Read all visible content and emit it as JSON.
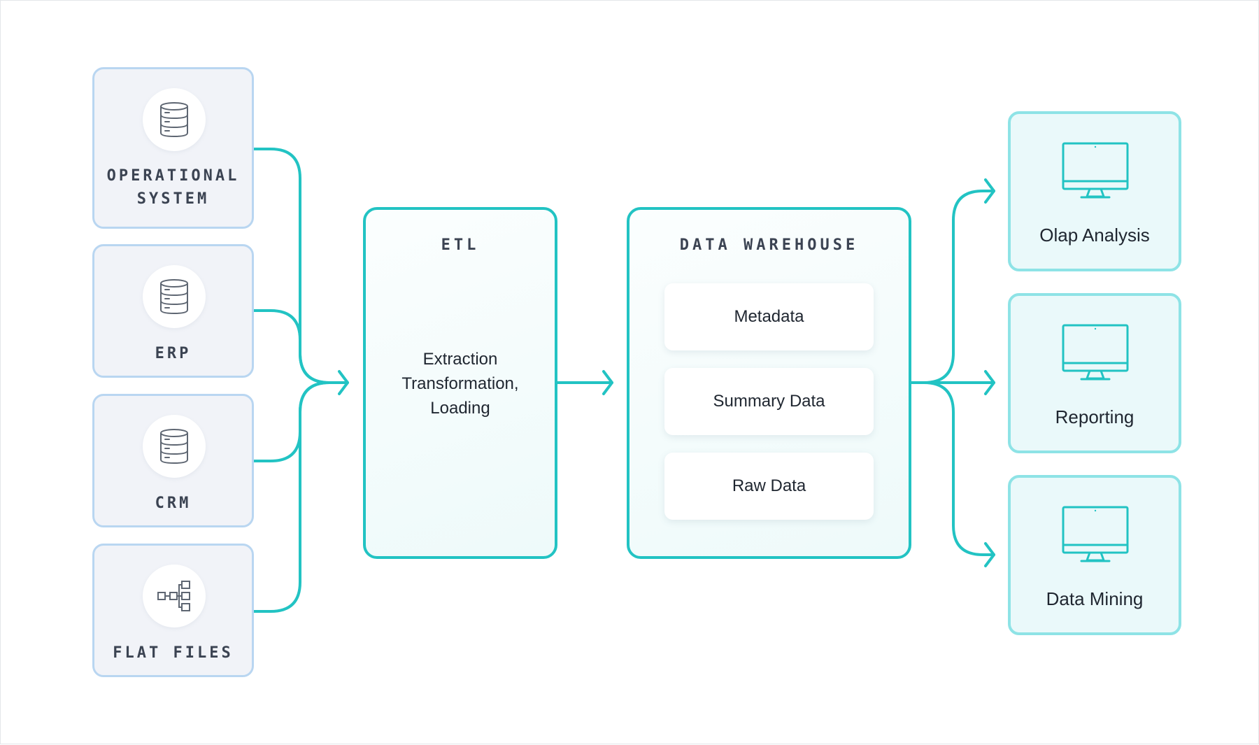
{
  "sources": [
    {
      "label_lines": [
        "OPERATIONAL",
        "SYSTEM"
      ],
      "icon": "database-icon"
    },
    {
      "label_lines": [
        "ERP"
      ],
      "icon": "database-icon"
    },
    {
      "label_lines": [
        "CRM"
      ],
      "icon": "database-icon"
    },
    {
      "label_lines": [
        "FLAT FILES"
      ],
      "icon": "file-tree-icon"
    }
  ],
  "etl": {
    "title": "ETL",
    "body_lines": [
      "Extraction",
      "Transformation,",
      "Loading"
    ]
  },
  "warehouse": {
    "title": "DATA WAREHOUSE",
    "items": [
      "Metadata",
      "Summary Data",
      "Raw Data"
    ]
  },
  "outputs": [
    {
      "label": "Olap Analysis",
      "icon": "monitor-icon"
    },
    {
      "label": "Reporting",
      "icon": "monitor-icon"
    },
    {
      "label": "Data Mining",
      "icon": "monitor-icon"
    }
  ],
  "colors": {
    "accent": "#22c3c3",
    "source_border": "#b9d6f1",
    "source_bg": "#f1f3f8",
    "output_border": "#8ee3e6",
    "output_bg": "#eaf9fa",
    "icon_stroke": "#5e6672",
    "text": "#1f2630"
  }
}
